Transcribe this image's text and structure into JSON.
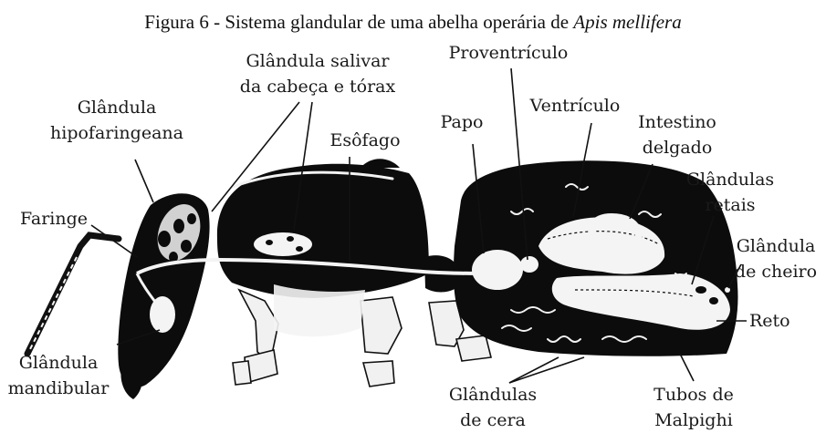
{
  "figure": {
    "title_prefix": "Figura 6 - Sistema glandular de uma abelha operária de ",
    "title_species": "Apis mellifera"
  },
  "labels": {
    "hipofaringeana_1": "Glândula",
    "hipofaringeana_2": "hipofaringeana",
    "salivar_1": "Glândula salivar",
    "salivar_2": "da cabeça e tórax",
    "esofago": "Esôfago",
    "proventriculo": "Proventrículo",
    "papo": "Papo",
    "ventriculo": "Ventrículo",
    "intestino_1": "Intestino",
    "intestino_2": "delgado",
    "retais_1": "Glândulas",
    "retais_2": "retais",
    "cheiro_1": "Glândula",
    "cheiro_2": "de cheiro",
    "faringe": "Faringe",
    "reto": "Reto",
    "mandibular_1": "Glândula",
    "mandibular_2": "mandibular",
    "cera_1": "Glândulas",
    "cera_2": "de cera",
    "malpighi_1": "Tubos de",
    "malpighi_2": "Malpighi"
  }
}
